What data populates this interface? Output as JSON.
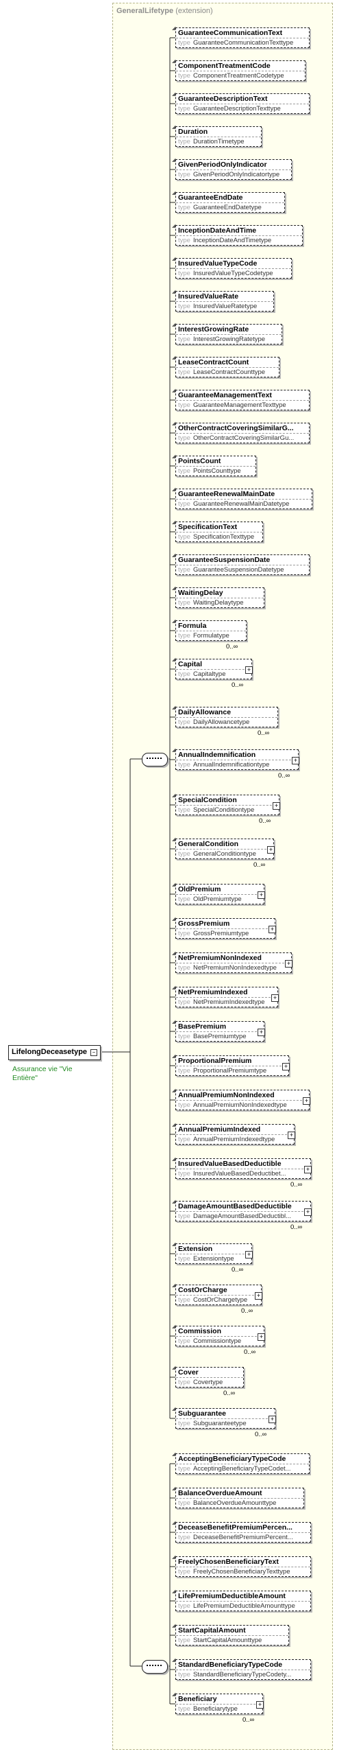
{
  "extension": {
    "type_name": "GeneralLifetype",
    "label": "(extension)"
  },
  "root": {
    "name": "LifelongDeceasetype",
    "annotation": "Assurance vie \"Vie Entière\""
  },
  "type_keyword": "type",
  "elements": [
    {
      "name": "GuaranteeCommunicationText",
      "type": "GuaranteeCommunicationTexttype",
      "card": "",
      "plus": false,
      "opt": true
    },
    {
      "name": "ComponentTreatmentCode",
      "type": "ComponentTreatmentCodetype",
      "card": "",
      "plus": false,
      "opt": true
    },
    {
      "name": "GuaranteeDescriptionText",
      "type": "GuaranteeDescriptionTexttype",
      "card": "",
      "plus": false,
      "opt": true
    },
    {
      "name": "Duration",
      "type": "DurationTimetype",
      "card": "",
      "plus": false,
      "opt": true
    },
    {
      "name": "GivenPeriodOnlyIndicator",
      "type": "GivenPeriodOnlyIndicatortype",
      "card": "",
      "plus": false,
      "opt": true
    },
    {
      "name": "GuaranteeEndDate",
      "type": "GuaranteeEndDatetype",
      "card": "",
      "plus": false,
      "opt": true
    },
    {
      "name": "InceptionDateAndTime",
      "type": "InceptionDateAndTimetype",
      "card": "",
      "plus": false,
      "opt": true
    },
    {
      "name": "InsuredValueTypeCode",
      "type": "InsuredValueTypeCodetype",
      "card": "",
      "plus": false,
      "opt": true
    },
    {
      "name": "InsuredValueRate",
      "type": "InsuredValueRatetype",
      "card": "",
      "plus": false,
      "opt": true
    },
    {
      "name": "InterestGrowingRate",
      "type": "InterestGrowingRatetype",
      "card": "",
      "plus": false,
      "opt": true
    },
    {
      "name": "LeaseContractCount",
      "type": "LeaseContractCounttype",
      "card": "",
      "plus": false,
      "opt": true
    },
    {
      "name": "GuaranteeManagementText",
      "type": "GuaranteeManagementTexttype",
      "card": "",
      "plus": false,
      "opt": true
    },
    {
      "name": "OtherContractCoveringSimilarG...",
      "type": "OtherContractCoveringSimilarGu...",
      "card": "",
      "plus": false,
      "opt": true
    },
    {
      "name": "PointsCount",
      "type": "PointsCounttype",
      "card": "",
      "plus": false,
      "opt": true
    },
    {
      "name": "GuaranteeRenewalMainDate",
      "type": "GuaranteeRenewalMainDatetype",
      "card": "",
      "plus": false,
      "opt": true
    },
    {
      "name": "SpecificationText",
      "type": "SpecificationTexttype",
      "card": "",
      "plus": false,
      "opt": true
    },
    {
      "name": "GuaranteeSuspensionDate",
      "type": "GuaranteeSuspensionDatetype",
      "card": "",
      "plus": false,
      "opt": true
    },
    {
      "name": "WaitingDelay",
      "type": "WaitingDelaytype",
      "card": "",
      "plus": false,
      "opt": true
    },
    {
      "name": "Formula",
      "type": "Formulatype",
      "card": "0..∞",
      "plus": false,
      "opt": true
    },
    {
      "name": "Capital",
      "type": "Capitaltype",
      "card": "0..∞",
      "plus": true,
      "opt": true
    },
    {
      "name": "DailyAllowance",
      "type": "DailyAllowancetype",
      "card": "0..∞",
      "plus": false,
      "opt": true
    },
    {
      "name": "AnnualIndemnification",
      "type": "AnnualIndemnificationtype",
      "card": "0..∞",
      "plus": true,
      "opt": true
    },
    {
      "name": "SpecialCondition",
      "type": "SpecialConditiontype",
      "card": "0..∞",
      "plus": true,
      "opt": true
    },
    {
      "name": "GeneralCondition",
      "type": "GeneralConditiontype",
      "card": "0..∞",
      "plus": true,
      "opt": true
    },
    {
      "name": "OldPremium",
      "type": "OldPremiumtype",
      "card": "",
      "plus": true,
      "opt": true
    },
    {
      "name": "GrossPremium",
      "type": "GrossPremiumtype",
      "card": "",
      "plus": true,
      "opt": true
    },
    {
      "name": "NetPremiumNonIndexed",
      "type": "NetPremiumNonIndexedtype",
      "card": "",
      "plus": true,
      "opt": true
    },
    {
      "name": "NetPremiumIndexed",
      "type": "NetPremiumIndexedtype",
      "card": "",
      "plus": true,
      "opt": true
    },
    {
      "name": "BasePremium",
      "type": "BasePremiumtype",
      "card": "",
      "plus": true,
      "opt": true
    },
    {
      "name": "ProportionalPremium",
      "type": "ProportionalPremiumtype",
      "card": "",
      "plus": true,
      "opt": true
    },
    {
      "name": "AnnualPremiumNonIndexed",
      "type": "AnnualPremiumNonIndexedtype",
      "card": "",
      "plus": true,
      "opt": true
    },
    {
      "name": "AnnualPremiumIndexed",
      "type": "AnnualPremiumIndexedtype",
      "card": "",
      "plus": true,
      "opt": true
    },
    {
      "name": "InsuredValueBasedDeductible",
      "type": "InsuredValueBasedDeductibet...",
      "card": "0..∞",
      "plus": true,
      "opt": true
    },
    {
      "name": "DamageAmountBasedDeductible",
      "type": "DamageAmountBasedDeductibl...",
      "card": "0..∞",
      "plus": true,
      "opt": true
    },
    {
      "name": "Extension",
      "type": "Extensiontype",
      "card": "0..∞",
      "plus": true,
      "opt": true
    },
    {
      "name": "CostOrCharge",
      "type": "CostOrChargetype",
      "card": "0..∞",
      "plus": true,
      "opt": true
    },
    {
      "name": "Commission",
      "type": "Commissiontype",
      "card": "0..∞",
      "plus": true,
      "opt": true
    },
    {
      "name": "Cover",
      "type": "Covertype",
      "card": "0..∞",
      "plus": false,
      "opt": true
    },
    {
      "name": "Subguarantee",
      "type": "Subguaranteetype",
      "card": "0..∞",
      "plus": true,
      "opt": true
    },
    {
      "name": "AcceptingBeneficiaryTypeCode",
      "type": "AcceptingBeneficiaryTypeCodet...",
      "card": "",
      "plus": false,
      "opt": true
    },
    {
      "name": "BalanceOverdueAmount",
      "type": "BalanceOverdueAmounttype",
      "card": "",
      "plus": false,
      "opt": true
    },
    {
      "name": "DeceaseBenefitPremiumPercen...",
      "type": "DeceaseBenefitPremiumPercent...",
      "card": "",
      "plus": false,
      "opt": true
    },
    {
      "name": "FreelyChosenBeneficiaryText",
      "type": "FreelyChosenBeneficiaryTexttype",
      "card": "",
      "plus": false,
      "opt": true
    },
    {
      "name": "LifePremiumDeductibleAmount",
      "type": "LifePremiumDeductibleAmounttype",
      "card": "",
      "plus": false,
      "opt": true
    },
    {
      "name": "StartCapitalAmount",
      "type": "StartCapitalAmounttype",
      "card": "",
      "plus": false,
      "opt": true
    },
    {
      "name": "StandardBeneficiaryTypeCode",
      "type": "StandardBeneficiaryTypeCodety...",
      "card": "",
      "plus": false,
      "opt": true
    },
    {
      "name": "Beneficiary",
      "type": "Beneficiarytype",
      "card": "0..∞",
      "plus": true,
      "opt": true
    }
  ]
}
